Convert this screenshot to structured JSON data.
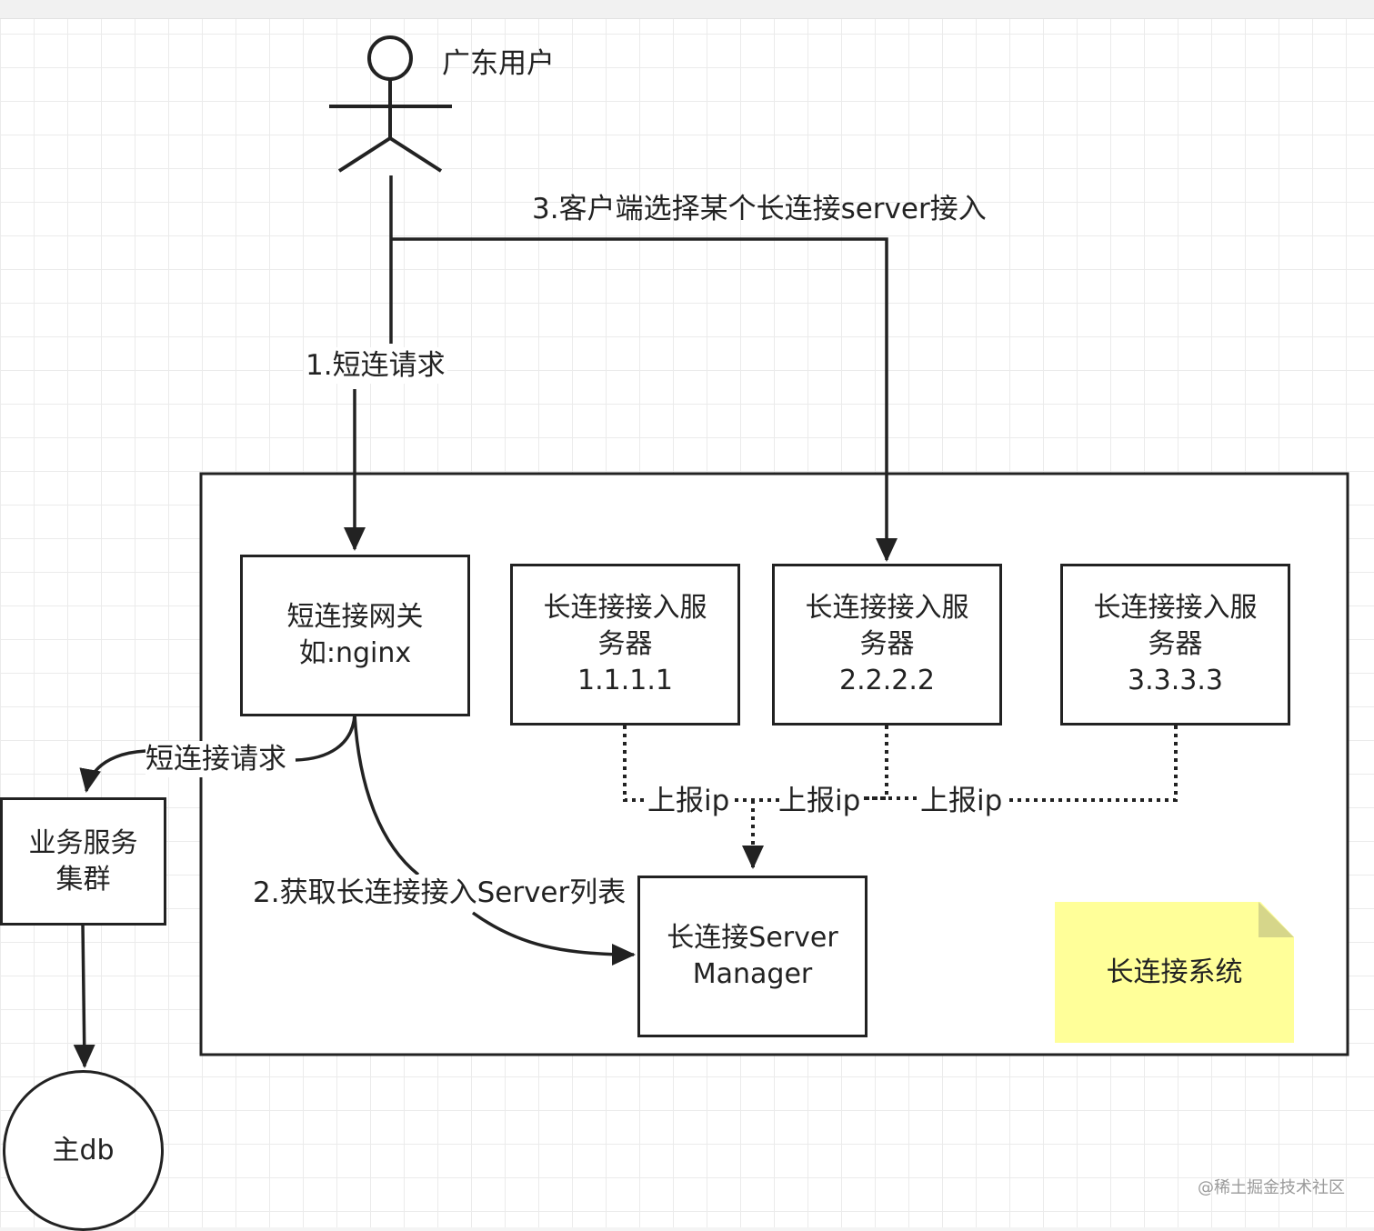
{
  "actor": {
    "label": "广东用户"
  },
  "labels": {
    "step1": "1.短连请求",
    "step2": "2.获取长连接接入Server列表",
    "step3": "3.客户端选择某个长连接server接入",
    "short_req": "短连接请求",
    "report_ip": "上报ip"
  },
  "nodes": {
    "gateway": "短连接网关\n如:nginx",
    "server1": "长连接接入服\n务器\n1.1.1.1",
    "server2": "长连接接入服\n务器\n2.2.2.2",
    "server3": "长连接接入服\n务器\n3.3.3.3",
    "manager": "长连接Server\nManager",
    "biz": "业务服务\n集群",
    "db": "主db"
  },
  "note": {
    "text": "长连接系统"
  },
  "watermark": "@稀土掘金技术社区"
}
